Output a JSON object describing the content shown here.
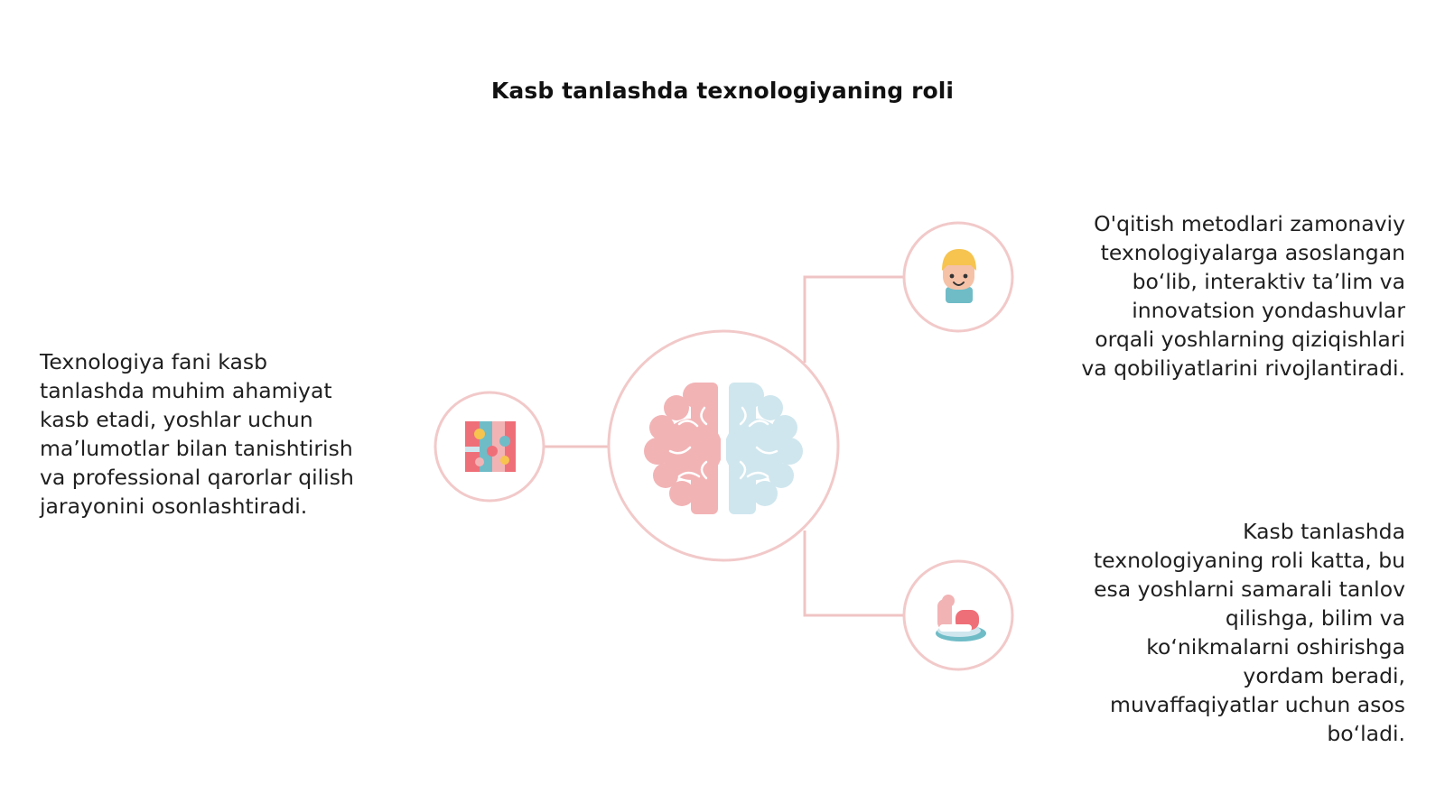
{
  "title": "Kasb tanlashda texnologiyaning roli",
  "colors": {
    "ring": "#f2c9c9",
    "connector": "#f0c4c4",
    "brain_left": "#f2b3b5",
    "brain_right": "#cfe6ee",
    "accent_red": "#ef6f78",
    "accent_teal": "#6fbcc7",
    "accent_yellow": "#f6c44f"
  },
  "nodes": {
    "center": {
      "icon": "brain-icon"
    },
    "left": {
      "icon": "puzzle-icon",
      "text": "Texnologiya fani kasb\ntanlashda muhim ahamiyat\nkasb etadi, yoshlar uchun\nma’lumotlar bilan tanishtirish\nva professional qarorlar qilish\njarayonini osonlashtiradi."
    },
    "right_top": {
      "icon": "student-avatar-icon",
      "text": "O'qitish metodlari zamonaviy\ntexnologiyalarga asoslangan\nbo‘lib, interaktiv ta’lim va\ninnovatsion yondashuvlar\norqali yoshlarning qiziqishlari\nva qobiliyatlarini rivojlantiradi."
    },
    "right_bottom": {
      "icon": "helping-hand-icon",
      "text": "Kasb tanlashda\ntexnologiyaning roli katta, bu\nesa yoshlarni samarali tanlov\nqilishga, bilim va\nko‘nikmalarni oshirishga\nyordam beradi,\nmuvaffaqiyatlar uchun asos\nbo‘ladi."
    }
  }
}
